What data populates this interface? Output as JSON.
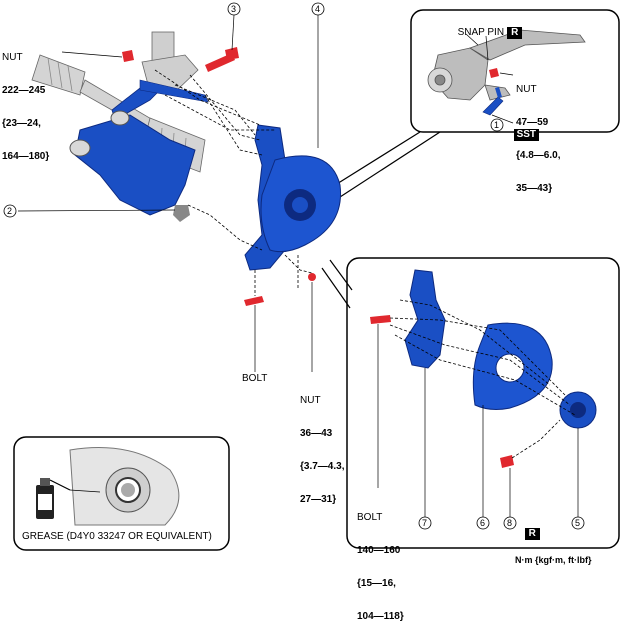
{
  "callouts": {
    "c1": "1",
    "c2": "2",
    "c3": "3",
    "c4": "4",
    "c5": "5",
    "c6": "6",
    "c7": "7",
    "c8": "8"
  },
  "labels": {
    "nut_top_left": {
      "title": "NUT",
      "line1": "222—245",
      "line2": "{23—24,",
      "line3": "164—180}"
    },
    "snap_pin": {
      "title": "SNAP PIN",
      "badge": "R"
    },
    "nut_inset": {
      "title": "NUT",
      "line1": "47—59",
      "line2": "{4.8—6.0,",
      "line3": "35—43}"
    },
    "sst": {
      "badge": "SST"
    },
    "bolt_center": {
      "title": "BOLT"
    },
    "nut_center": {
      "title": "NUT",
      "line1": "36—43",
      "line2": "{3.7—4.3,",
      "line3": "27—31}"
    },
    "bolt_inset": {
      "title": "BOLT",
      "line1": "140—160",
      "line2": "{15—16,",
      "line3": "104—118}"
    },
    "r8": {
      "badge": "R"
    },
    "grease": "GREASE (D4Y0 33247 OR EQUIVALENT)",
    "units": "N·m {kgf·m, ft·lbf}"
  },
  "colors": {
    "part_blue": "#1a4fc4",
    "part_dark": "#0d2a80",
    "fastener_red": "#e0282e",
    "gray": "#9a9a9a"
  }
}
